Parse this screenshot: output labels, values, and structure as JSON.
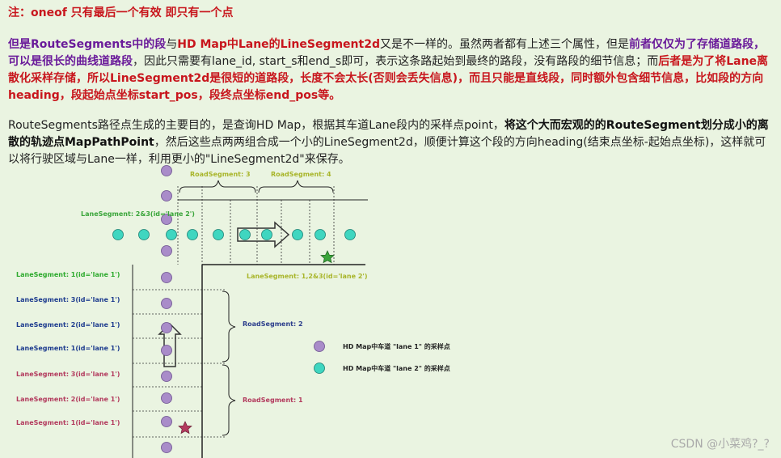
{
  "note": "注：oneof 只有最后一个有效 即只有一个点",
  "para1": {
    "s1": "但是RouteSegments中的段",
    "s2": "与",
    "s3": "HD Map中Lane的LineSegment2d",
    "s4": "又是不一样的。虽然两者都有上述三个属性，但是",
    "s5": "前者仅仅为了存储道路段，可以是很长的曲线道路段",
    "s6": "，因此只需要有lane_id, start_s和end_s即可，表示这条路起始到最终的路段，没有路段的细节信息；而",
    "s7": "后者是为了将Lane离散化采样存储，所以LineSegment2d是很短的道路段，长度不会太长(否则会丢失信息)，而且只能是直线段，同时额外包含细节信息，比如段的方向heading，段起始点坐标start_pos，段终点坐标end_pos等。"
  },
  "para2": {
    "s1": "RouteSegments路径点生成的主要目的，是查询HD Map，根据其车道Lane段内的采样点point，",
    "s2": "将这个大而宏观的的RouteSegment划分成小的离散的轨迹点MapPathPoint",
    "s3": "，然后这些点两两组合成一个小的LineSegment2d，顺便计算这个段的方向heading(结束点坐标-起始点坐标)，这样就可以将行驶区域与Lane一样，利用更小的\"LineSegment2d\"来保存。"
  },
  "diagram": {
    "road_seg_3": "RoadSegment: 3",
    "road_seg_4": "RoadSegment: 4",
    "lane_seg_top": "LaneSegment: 2&3(id='lane 2')",
    "lane_seg_right": "LaneSegment: 1,2&3(id='lane 2')",
    "road_seg_2": "RoadSegment: 2",
    "road_seg_1": "RoadSegment: 1",
    "left_labels": [
      {
        "text": "LaneSegment: 1(id='lane 1')",
        "color": "#2eaa2e"
      },
      {
        "text": "LaneSegment: 3(id='lane 1')",
        "color": "#1f3d8f"
      },
      {
        "text": "LaneSegment: 2(id='lane 1')",
        "color": "#1f3d8f"
      },
      {
        "text": "LaneSegment: 1(id='lane 1')",
        "color": "#1f3d8f"
      },
      {
        "text": "LaneSegment: 3(id='lane 1')",
        "color": "#b33b5e"
      },
      {
        "text": "LaneSegment: 2(id='lane 1')",
        "color": "#b33b5e"
      },
      {
        "text": "LaneSegment: 1(id='lane 1')",
        "color": "#b33b5e"
      }
    ],
    "legend_lane1": "HD Map中车道 \"lane 1\" 的采样点",
    "legend_lane2": "HD Map中车道 \"lane 2\" 的采样点",
    "colors": {
      "lane1": "#a98cc9",
      "lane2": "#3fd6c0",
      "green": "#3aa53a",
      "yellow": "#a8b52a",
      "blue": "#1f3d8f",
      "pink": "#b33b5e",
      "navy": "#2c3e8c"
    }
  },
  "watermark": "CSDN @小菜鸡?_?"
}
